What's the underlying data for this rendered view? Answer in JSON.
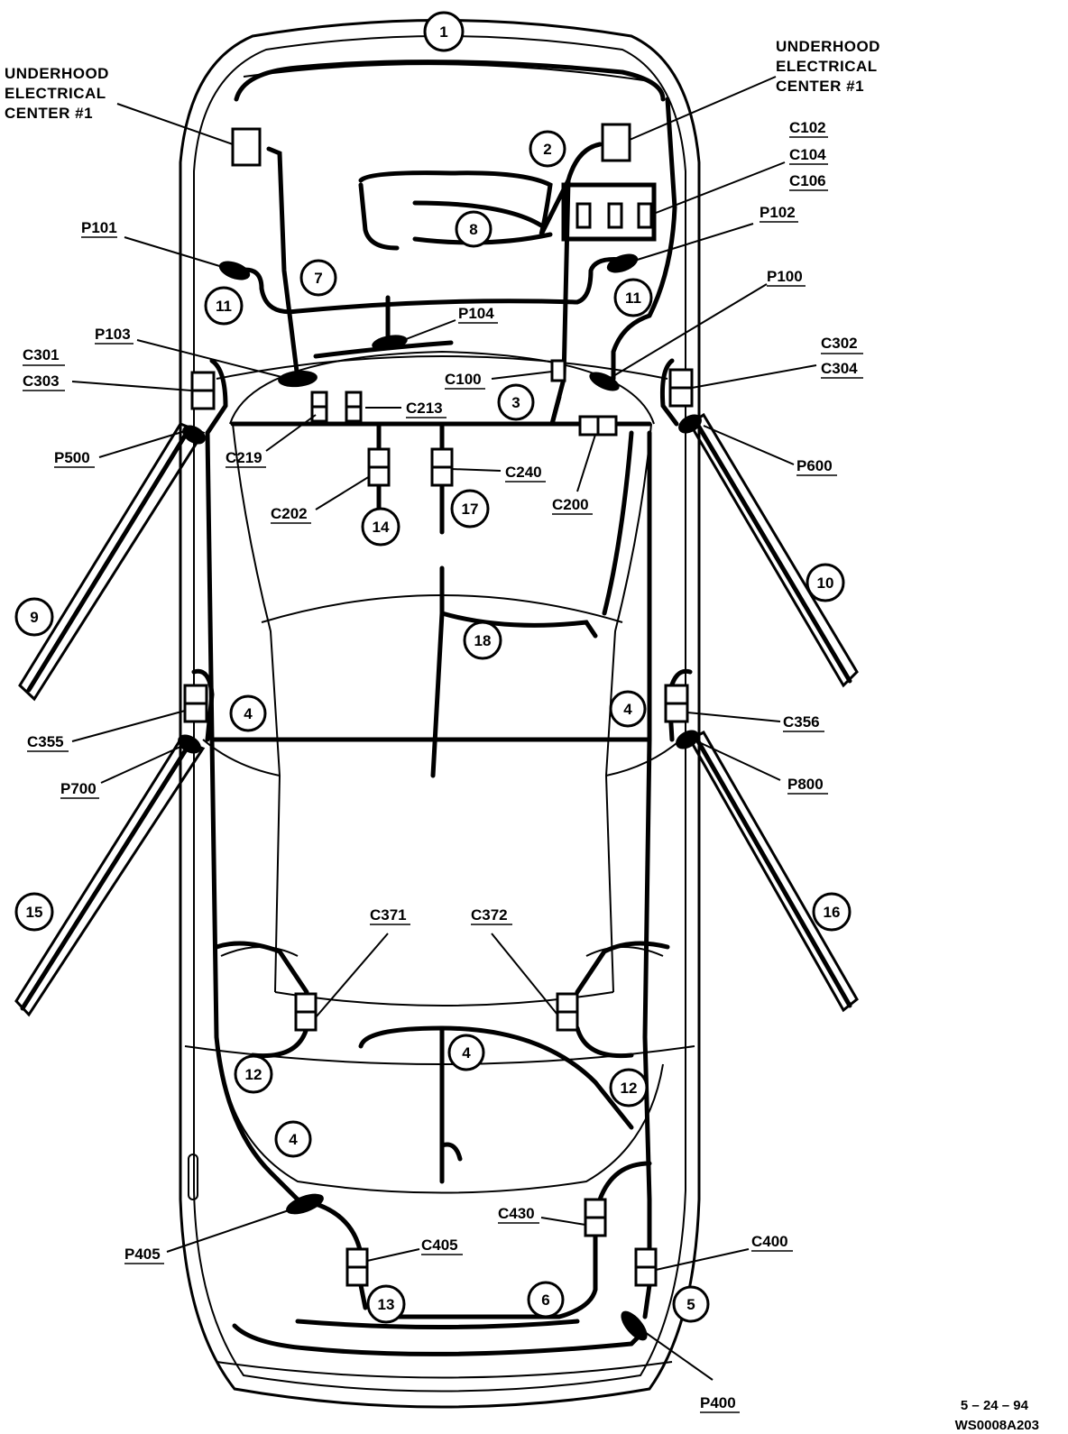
{
  "callouts": {
    "uec_left": [
      "UNDERHOOD",
      "ELECTRICAL",
      "CENTER #1"
    ],
    "uec_right": [
      "UNDERHOOD",
      "ELECTRICAL",
      "CENTER #1"
    ],
    "c102": "C102",
    "c104": "C104",
    "c106": "C106",
    "p101": "P101",
    "p102": "P102",
    "p100": "P100",
    "p103": "P103",
    "p104": "P104",
    "c100": "C100",
    "c213": "C213",
    "c219": "C219",
    "c202": "C202",
    "c240": "C240",
    "c200": "C200",
    "c301": "C301",
    "c303": "C303",
    "c302": "C302",
    "c304": "C304",
    "p500": "P500",
    "p600": "P600",
    "c355": "C355",
    "c356": "C356",
    "p700": "P700",
    "p800": "P800",
    "c371": "C371",
    "c372": "C372",
    "c430": "C430",
    "c405": "C405",
    "c400": "C400",
    "p405": "P405",
    "p400": "P400"
  },
  "circled_numbers": {
    "n1": "1",
    "n2": "2",
    "n3": "3",
    "n4a": "4",
    "n4b": "4",
    "n4c": "4",
    "n4d": "4",
    "n5": "5",
    "n6": "6",
    "n7": "7",
    "n8": "8",
    "n9": "9",
    "n10": "10",
    "n11a": "11",
    "n11b": "11",
    "n12a": "12",
    "n12b": "12",
    "n13": "13",
    "n14": "14",
    "n15": "15",
    "n16": "16",
    "n17": "17",
    "n18": "18"
  },
  "footer": {
    "date": "5 – 24 – 94",
    "code": "WS0008A203"
  }
}
